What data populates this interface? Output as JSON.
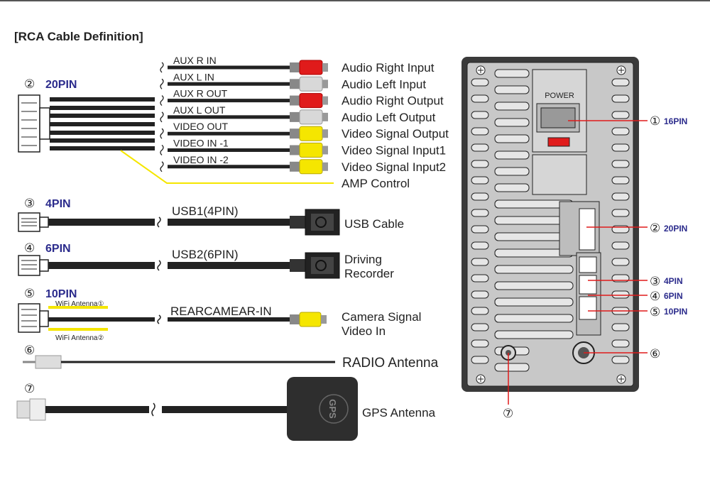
{
  "title": "[RCA Cable Definition]",
  "colors": {
    "red": "#e01b1b",
    "white": "#d8d8d8",
    "yellow": "#f5e600",
    "wire": "#222222",
    "pin_label": "#2b2b8c",
    "leader": "#e01b1b"
  },
  "connectors": {
    "c20": {
      "num": "②",
      "label": "20PIN"
    },
    "c4": {
      "num": "③",
      "label": "4PIN"
    },
    "c6": {
      "num": "④",
      "label": "6PIN"
    },
    "c10": {
      "num": "⑤",
      "label": "10PIN"
    },
    "c_radio": {
      "num": "⑥"
    },
    "c_gps": {
      "num": "⑦"
    }
  },
  "rca_wires": [
    {
      "label": "AUX R IN",
      "plug": "red",
      "desc": "Audio Right Input"
    },
    {
      "label": "AUX L IN",
      "plug": "white",
      "desc": "Audio Left Input"
    },
    {
      "label": "AUX R OUT",
      "plug": "red",
      "desc": "Audio Right Output"
    },
    {
      "label": "AUX L OUT",
      "plug": "white",
      "desc": "Audio Left Output"
    },
    {
      "label": "VIDEO OUT",
      "plug": "yellow",
      "desc": "Video Signal Output"
    },
    {
      "label": "VIDEO IN -1",
      "plug": "yellow",
      "desc": "Video Signal Input1"
    },
    {
      "label": "VIDEO IN -2",
      "plug": "yellow",
      "desc": "Video Signal Input2"
    }
  ],
  "amp_control": "AMP Control",
  "usb1": {
    "label": "USB1(4PIN)",
    "desc": "USB Cable"
  },
  "usb2": {
    "label": "USB2(6PIN)",
    "desc_line1": "Driving",
    "desc_line2": "Recorder"
  },
  "camera": {
    "label": "REARCAMEAR-IN",
    "desc_line1": "Camera Signal",
    "desc_line2": "Video In",
    "wifi1": "WiFi Antenna①",
    "wifi2": "WiFi Antenna②"
  },
  "radio": {
    "desc": "RADIO Antenna"
  },
  "gps": {
    "desc": "GPS Antenna",
    "logo": "GPS"
  },
  "unit": {
    "power_label": "POWER",
    "callouts": [
      {
        "num": "①",
        "label": "16PIN"
      },
      {
        "num": "②",
        "label": "20PIN"
      },
      {
        "num": "③",
        "label": "4PIN"
      },
      {
        "num": "④",
        "label": "6PIN"
      },
      {
        "num": "⑤",
        "label": "10PIN"
      },
      {
        "num": "⑥",
        "label": ""
      },
      {
        "num": "⑦",
        "label": ""
      }
    ]
  }
}
